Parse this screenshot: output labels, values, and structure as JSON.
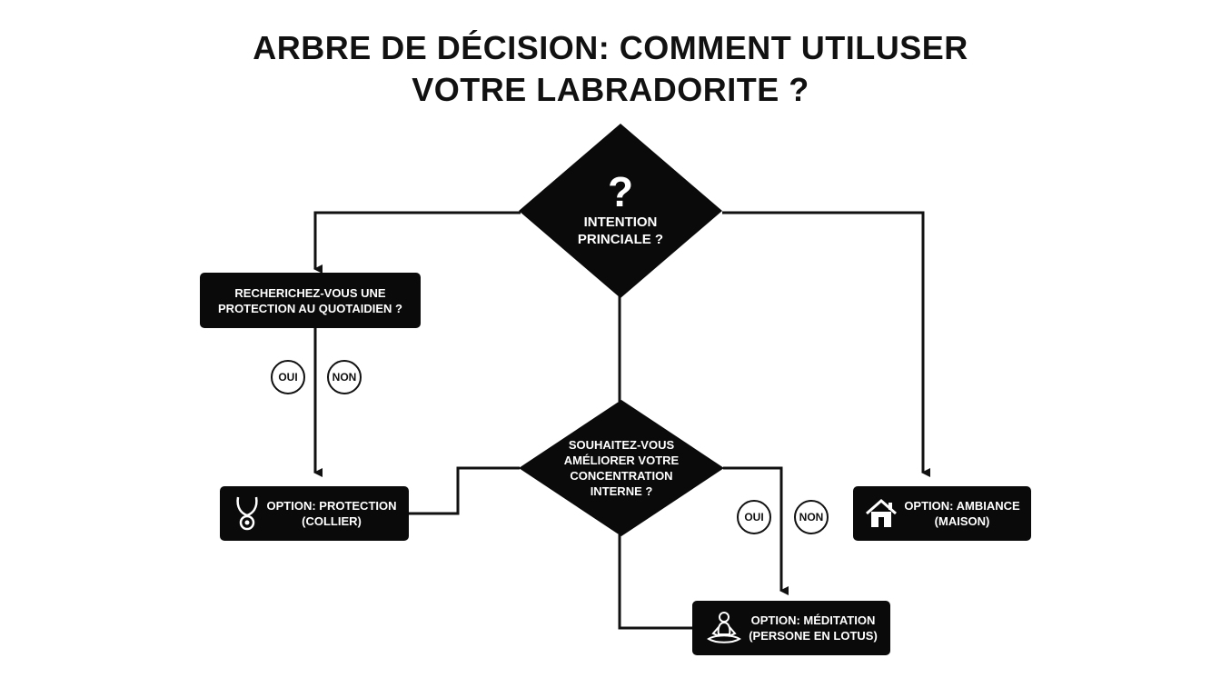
{
  "title": {
    "line1": "ARBRE DE DÉCISION: COMMENT UTILUSER",
    "line2": "VOTRE LABRADORITE ?"
  },
  "nodes": {
    "intention": {
      "symbol": "?",
      "line1": "INTENTION",
      "line2": "PRINCIALE ?"
    },
    "protection_question": {
      "line1": "RECHERICHEZ-VOUS UNE",
      "line2": "PROTECTION AU QUOTAIDIEN ?"
    },
    "concentration_question": {
      "line1": "SOUHAITEZ-VOUS",
      "line2": "AMÉLIORER VOTRE",
      "line3": "CONCENTRATION",
      "line4": "INTERNE ?"
    },
    "option_protection": {
      "line1": "OPTION: PROTECTION",
      "line2": "(COLLIER)",
      "icon": "necklace-icon"
    },
    "option_ambiance": {
      "line1": "OPTION: AMBIANCE",
      "line2": "(MAISON)",
      "icon": "house-icon"
    },
    "option_meditation": {
      "line1": "OPTION: MÉDITATION",
      "line2": "(PERSONE EN LOTUS)",
      "icon": "lotus-person-icon"
    }
  },
  "badges": {
    "left_yes": "OUI",
    "left_no": "NON",
    "right_yes": "OUI",
    "right_no": "NON"
  },
  "colors": {
    "node": "#0a0a0a",
    "line": "#111111",
    "background": "#ffffff"
  }
}
